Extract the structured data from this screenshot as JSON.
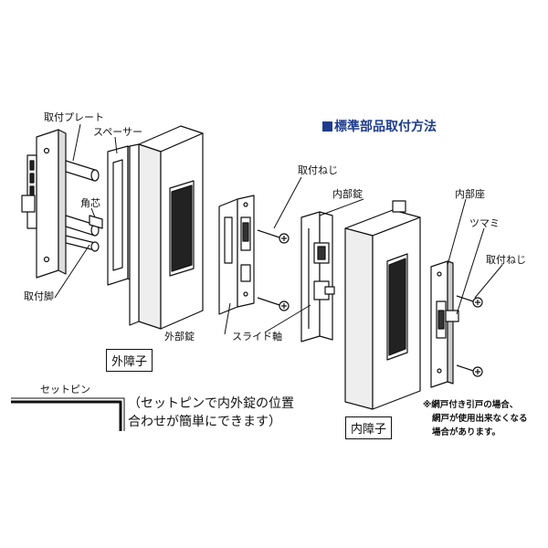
{
  "title": "標準部品取付方法",
  "labels": {
    "plate": "取付プレート",
    "spacer": "スペーサー",
    "square_core": "角芯",
    "mount_leg": "取付脚",
    "screw_left": "取付ねじ",
    "inner_lock": "内部錠",
    "inner_seat": "内部座",
    "knob": "ツマミ",
    "screw_right": "取付ねじ",
    "outer_lock": "外部錠",
    "slide_shaft": "スライド軸",
    "outer_stile": "外障子",
    "inner_stile": "内障子",
    "set_pin": "セットピン"
  },
  "note": {
    "line1": "（セットピンで内外錠の位置",
    "line2": "合わせが簡単にできます）"
  },
  "caution": {
    "line1": "※網戸付き引戸の場合、",
    "line2": "網戸が使用出来なくなる",
    "line3": "場合があります。"
  },
  "colors": {
    "title": "#1f3c8c",
    "line": "#111111"
  }
}
